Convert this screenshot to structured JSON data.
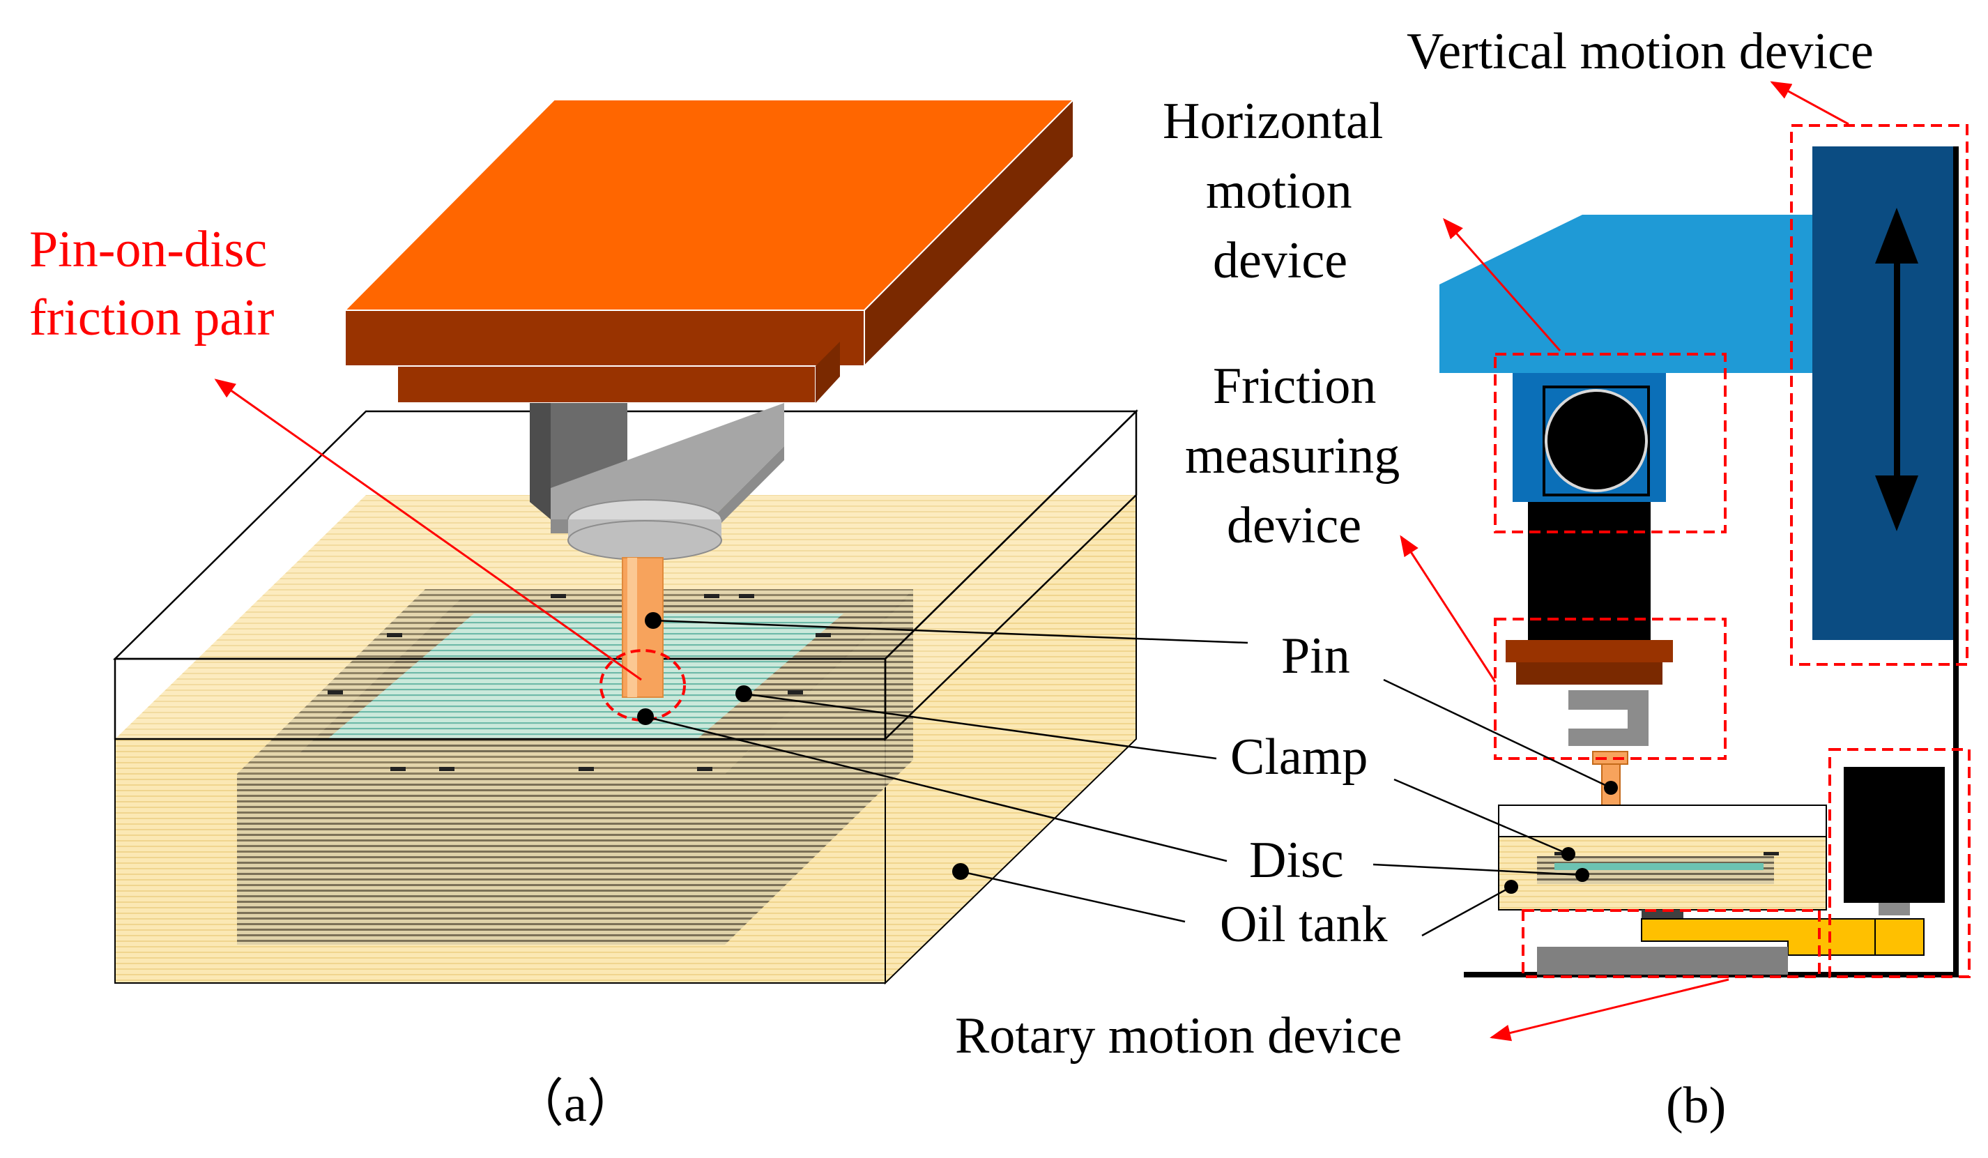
{
  "panel_a": {
    "callout": [
      "Pin-on-disc",
      "friction pair"
    ],
    "labels": {
      "pin": "Pin",
      "clamp": "Clamp",
      "disc": "Disc",
      "oil_tank": "Oil tank"
    },
    "caption": "（a）"
  },
  "panel_b": {
    "vertical": "Vertical motion device",
    "horizontal": [
      "Horizontal",
      "motion",
      "device"
    ],
    "friction": [
      "Friction",
      "measuring",
      "device"
    ],
    "rotary": "Rotary motion device",
    "caption": "(b)"
  },
  "colors": {
    "accent_red": "#ff0000",
    "plate_orange": "#ff6600",
    "plate_brown": "#993300",
    "oil": "#fbe8b4",
    "disc": "#a8dfd2",
    "arm_blue": "#1f9ad6",
    "column_navy": "#0b4c82",
    "gear_yellow": "#ffc000",
    "pin_orange": "#f7a35c"
  }
}
